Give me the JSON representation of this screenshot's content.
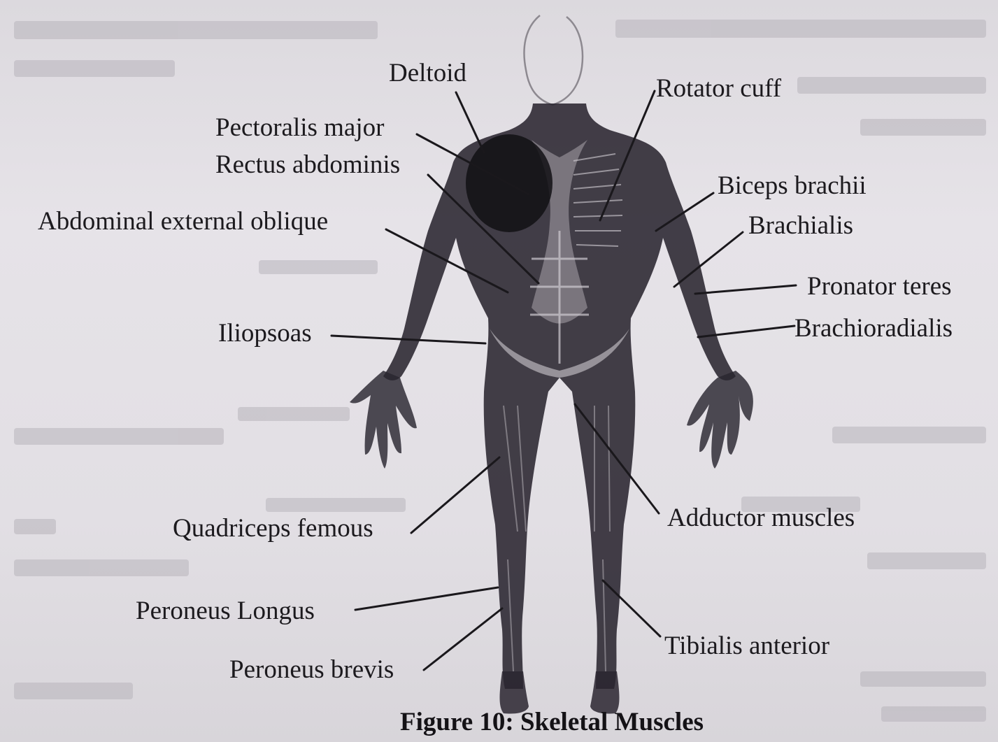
{
  "figure": {
    "caption": "Figure 10: Skeletal Muscles",
    "image_subject": "anterior-muscular-body",
    "colors": {
      "ink": "#1c1a1e",
      "paper": "#e3e0e5",
      "muscle": "#2a2630"
    }
  },
  "labels": {
    "deltoid": "Deltoid",
    "rotator_cuff": "Rotator cuff",
    "pectoralis_major": "Pectoralis major",
    "rectus_abdominis": "Rectus abdominis",
    "biceps_brachii": "Biceps brachii",
    "brachialis": "Brachialis",
    "abdominal_external_oblique": "Abdominal external oblique",
    "pronator_teres": "Pronator teres",
    "brachioradialis": "Brachioradialis",
    "iliopsoas": "Iliopsoas",
    "adductor_muscles": "Adductor muscles",
    "quadriceps_femous": "Quadriceps femous",
    "peroneus_longus": "Peroneus Longus",
    "tibialis_anterior": "Tibialis anterior",
    "peroneus_brevis": "Peroneus brevis"
  }
}
